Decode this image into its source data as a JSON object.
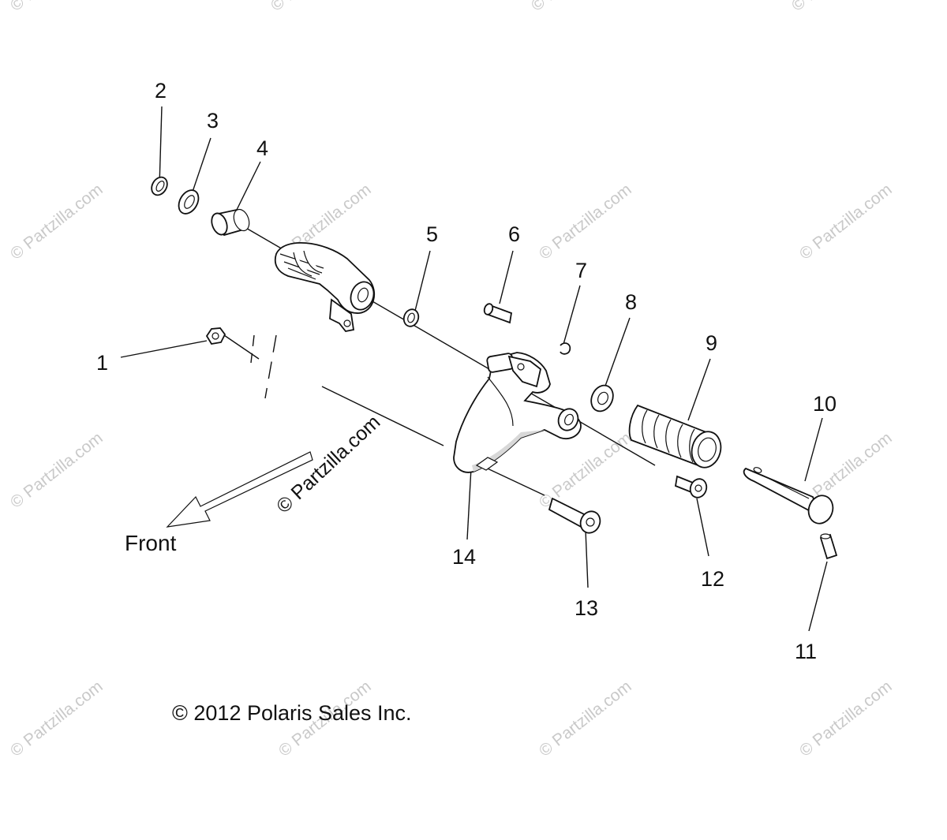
{
  "diagram": {
    "callouts": [
      {
        "id": "1",
        "label": "1"
      },
      {
        "id": "2",
        "label": "2"
      },
      {
        "id": "3",
        "label": "3"
      },
      {
        "id": "4",
        "label": "4"
      },
      {
        "id": "5",
        "label": "5"
      },
      {
        "id": "6",
        "label": "6"
      },
      {
        "id": "7",
        "label": "7"
      },
      {
        "id": "8",
        "label": "8"
      },
      {
        "id": "9",
        "label": "9"
      },
      {
        "id": "10",
        "label": "10"
      },
      {
        "id": "11",
        "label": "11"
      },
      {
        "id": "12",
        "label": "12"
      },
      {
        "id": "13",
        "label": "13"
      },
      {
        "id": "14",
        "label": "14"
      }
    ],
    "direction_label": "Front",
    "copyright": "© 2012 Polaris Sales Inc.",
    "stamp": "© Partzilla.com",
    "watermark": "© Partzilla.com"
  }
}
